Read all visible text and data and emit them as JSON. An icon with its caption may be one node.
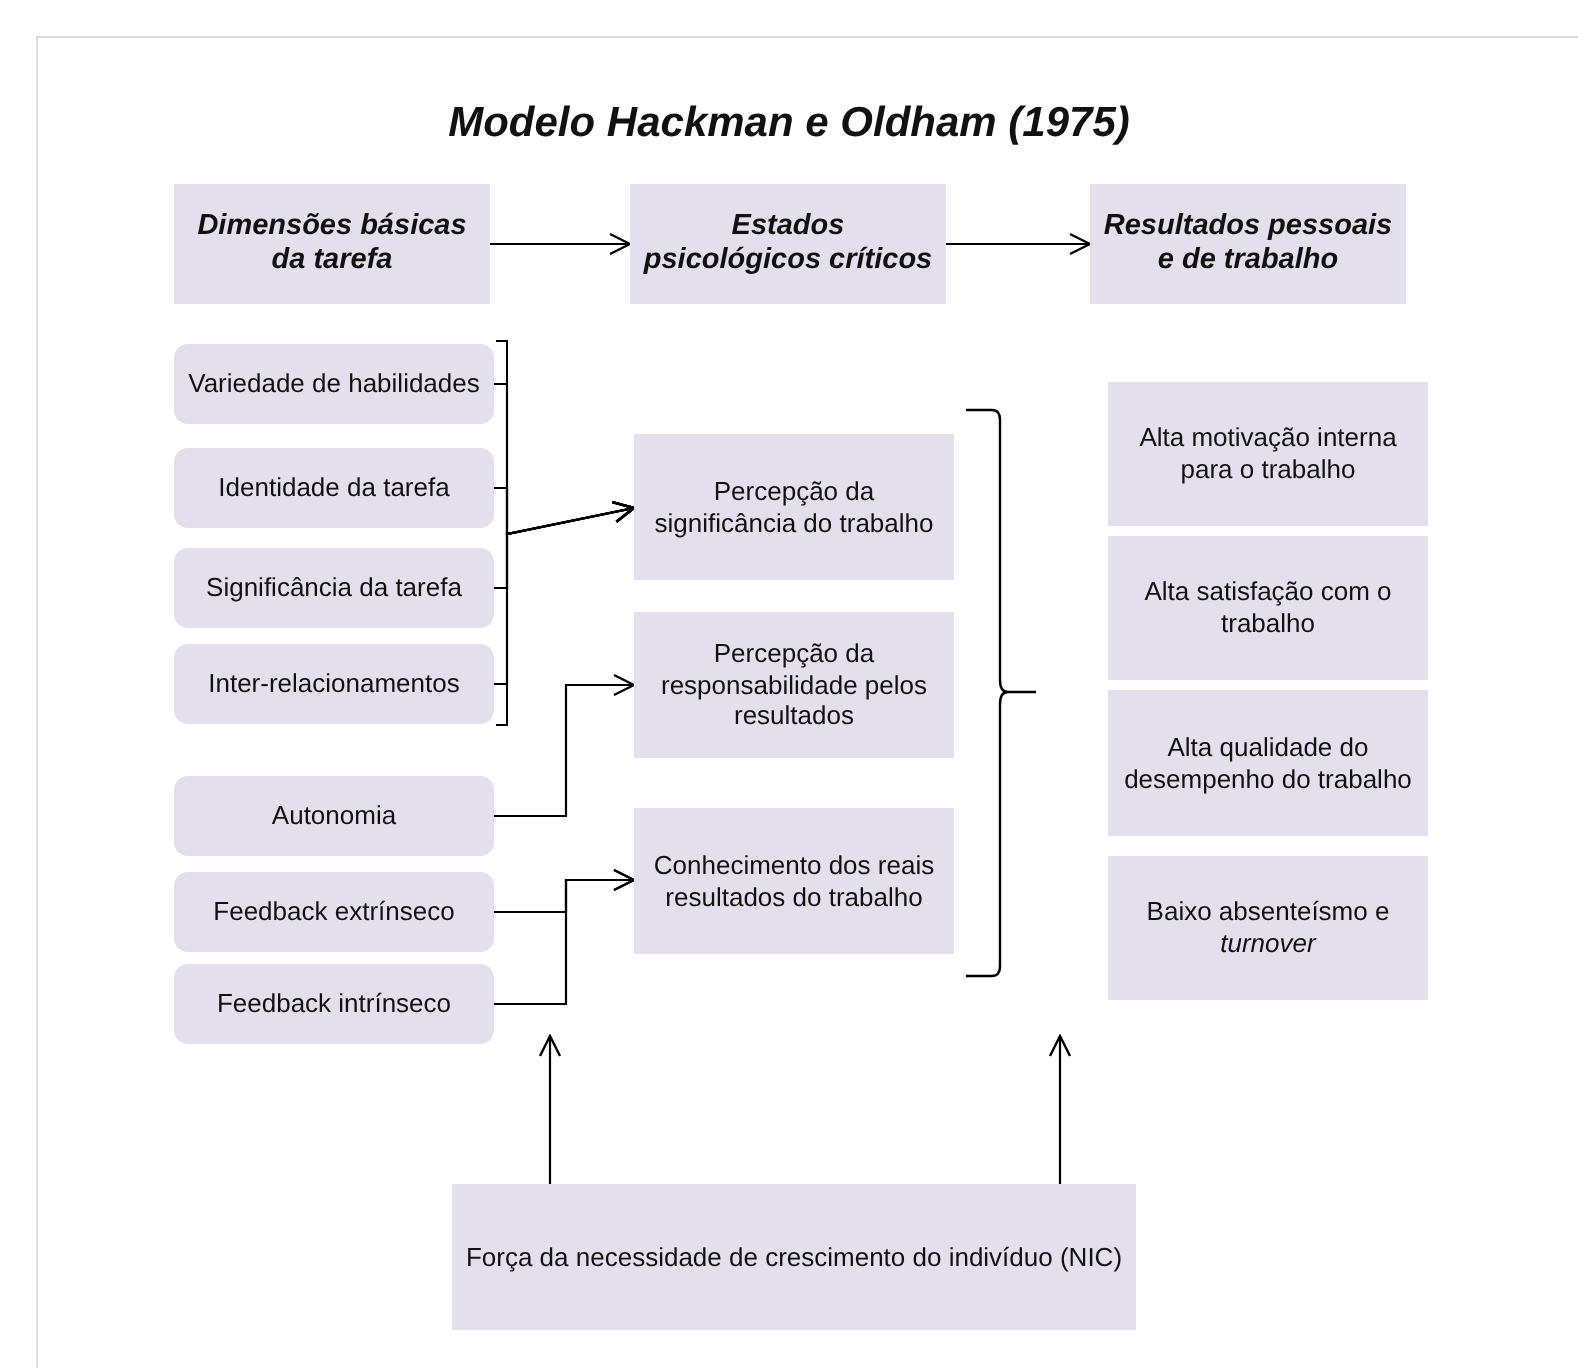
{
  "diagram": {
    "title": "Modelo Hackman e Oldham (1975)",
    "nodes": [
      {
        "text": [
          "Dimensões básicas da tarefa"
        ]
      },
      {
        "text": [
          "Estados psicológicos críticos"
        ]
      },
      {
        "text": [
          "Resultados pessoais e de trabalho"
        ]
      },
      {
        "text": [
          "Variedade de habilidades"
        ]
      },
      {
        "text": [
          "Identidade da tarefa"
        ]
      },
      {
        "text": [
          "Significância da tarefa"
        ]
      },
      {
        "text": [
          "Inter-relacionamentos"
        ]
      },
      {
        "text": [
          "Autonomia"
        ]
      },
      {
        "text": [
          "Feedback extrínseco"
        ]
      },
      {
        "text": [
          "Feedback intrínseco"
        ]
      },
      {
        "text": [
          "Percepção da significância do trabalho"
        ]
      },
      {
        "text": [
          "Percepção da responsabilidade pelos resultados"
        ]
      },
      {
        "text": [
          "Conhecimento dos reais resultados do trabalho"
        ]
      },
      {
        "text": [
          "Alta motivação interna para o trabalho"
        ]
      },
      {
        "text": [
          "Alta satisfação com o trabalho"
        ]
      },
      {
        "text": [
          "Alta qualidade do desempenho do trabalho"
        ]
      },
      {
        "text": [
          "Baixo absenteísmo e *turnover*"
        ]
      },
      {
        "text": [
          "Força da necessidade de crescimento do indivíduo (NIC)"
        ]
      }
    ],
    "edges": [
      {
        "from": 0,
        "to": 1,
        "arrow": "to"
      },
      {
        "from": 1,
        "to": 2,
        "arrow": "to"
      },
      {
        "from": 3,
        "to": 10,
        "arrow": "to"
      },
      {
        "from": 4,
        "to": 10,
        "arrow": "to"
      },
      {
        "from": 5,
        "to": 10,
        "arrow": "to"
      },
      {
        "from": 6,
        "to": 10,
        "arrow": "to"
      },
      {
        "from": 7,
        "to": 11,
        "arrow": "to"
      },
      {
        "from": 8,
        "to": 12,
        "arrow": "to"
      },
      {
        "from": 9,
        "to": 12,
        "arrow": "to"
      },
      {
        "from": 17,
        "to": null,
        "arrow": "to"
      },
      {
        "from": 17,
        "to": null,
        "arrow": "to"
      }
    ]
  }
}
